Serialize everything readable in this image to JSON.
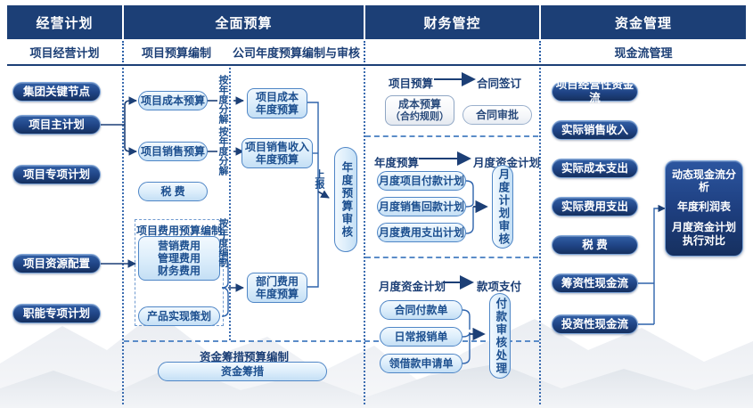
{
  "header": {
    "columns": [
      {
        "title": "经营计划",
        "sub": "项目经营计划"
      },
      {
        "title": "全面预算",
        "sub1": "项目预算编制",
        "sub2": "公司年度预算编制与审核"
      },
      {
        "title": "财务管控",
        "sub": ""
      },
      {
        "title": "资金管理",
        "sub": "现金流管理"
      }
    ]
  },
  "col1": {
    "nodes": [
      {
        "label": "集团关键节点"
      },
      {
        "label": "项目主计划"
      },
      {
        "label": "项目专项计划"
      },
      {
        "label": "项目资源配置"
      },
      {
        "label": "职能专项计划"
      }
    ]
  },
  "col2": {
    "nodes": [
      {
        "label": "项目成本预算"
      },
      {
        "label": "项目销售预算"
      },
      {
        "label": "税 费"
      },
      {
        "label": "产品实现策划"
      }
    ],
    "expense_caption": "项目费用预算编制",
    "expense_items": [
      "营销费用",
      "管理费用",
      "财务费用"
    ],
    "annotations": [
      "按年度分解",
      "按年度分解",
      "按年度编制"
    ],
    "funding_caption": "资金筹措预算编制",
    "funding_node": "资金筹措"
  },
  "col3": {
    "nodes": [
      {
        "label": "项目成本\n年度预算",
        "line1": "项目成本",
        "line2": "年度预算"
      },
      {
        "label": "项目销售收入\n年度预算",
        "line1": "项目销售收入",
        "line2": "年度预算"
      },
      {
        "label": "部门费用\n年度预算",
        "line1": "部门费用",
        "line2": "年度预算"
      }
    ],
    "submit_label": "上报",
    "review_node": "年度预算审核"
  },
  "col4": {
    "block1": {
      "from": "项目预算",
      "to": "合同签订",
      "left_node_line1": "成本预算",
      "left_node_line2": "（合约规则）",
      "right_node": "合同审批"
    },
    "block2": {
      "from": "年度预算",
      "to": "月度资金计划",
      "items": [
        "月度项目付款计划",
        "月度销售回款计划",
        "月度费用支出计划"
      ],
      "review": "月度计划审核"
    },
    "block3": {
      "from": "月度资金计划",
      "to": "款项支付",
      "items": [
        "合同付款单",
        "日常报销单",
        "领借款申请单"
      ],
      "review": "付款审核处理"
    }
  },
  "col5": {
    "nodes": [
      {
        "label": "项目经营性资金流"
      },
      {
        "label": "实际销售收入"
      },
      {
        "label": "实际成本支出"
      },
      {
        "label": "实际费用支出"
      },
      {
        "label": "税 费"
      },
      {
        "label": "筹资性现金流"
      },
      {
        "label": "投资性现金流"
      }
    ],
    "analysis": {
      "line1": "动态现金流分析",
      "line2": "年度利润表",
      "line3": "月度资金计划",
      "line4": "执行对比"
    }
  },
  "colors": {
    "header_navy": "#1c3f76",
    "node_dark": "#1f4384",
    "node_light": "#ddeefb",
    "border_blue": "#4f86c6",
    "text_blue": "#1c4f8f"
  }
}
